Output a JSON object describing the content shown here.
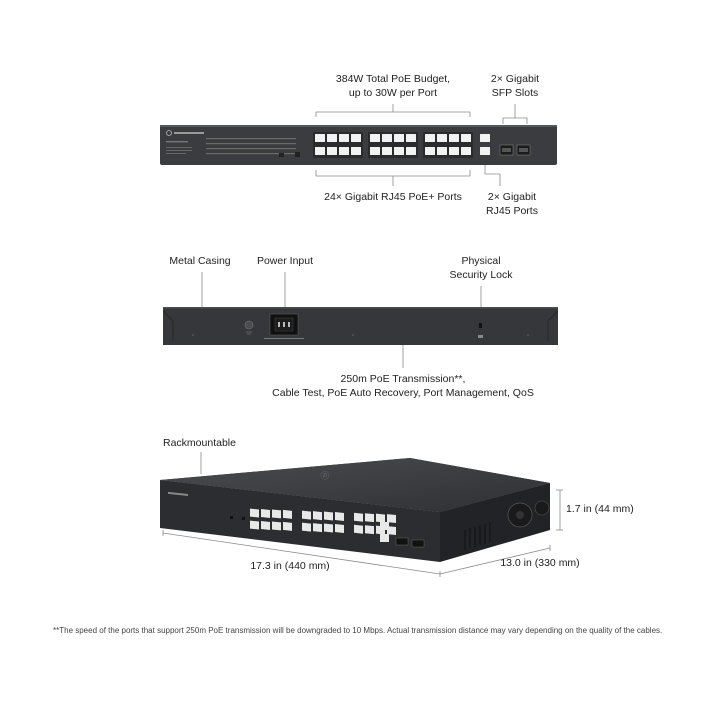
{
  "front_panel": {
    "callout_poe_budget_line1": "384W Total PoE Budget,",
    "callout_poe_budget_line2": "up to 30W per Port",
    "callout_sfp_line1": "2× Gigabit",
    "callout_sfp_line2": "SFP Slots",
    "callout_rj45_poe": "24× Gigabit RJ45 PoE+ Ports",
    "callout_rj45_line1": "2× Gigabit",
    "callout_rj45_line2": "RJ45 Ports"
  },
  "rear_panel": {
    "callout_metal_casing": "Metal Casing",
    "callout_power_input": "Power Input",
    "callout_lock_line1": "Physical",
    "callout_lock_line2": "Security Lock",
    "callout_features_line1": "250m PoE Transmission**,",
    "callout_features_line2": "Cable Test, PoE Auto Recovery, Port Management, QoS"
  },
  "iso_view": {
    "callout_rackmount": "Rackmountable",
    "dim_width": "17.3 in (440 mm)",
    "dim_depth": "13.0  in (330 mm)",
    "dim_height": "1.7 in (44 mm)"
  },
  "footnote_text": "**The speed of the ports that support 250m PoE transmission will be downgraded to 10 Mbps. Actual transmission distance may vary depending on the quality of the cables.",
  "colors": {
    "chassis": "#3a3c3f",
    "chassis_dark": "#2a2b2d",
    "port": "#f2f2f2",
    "line": "#8a8a8a"
  }
}
